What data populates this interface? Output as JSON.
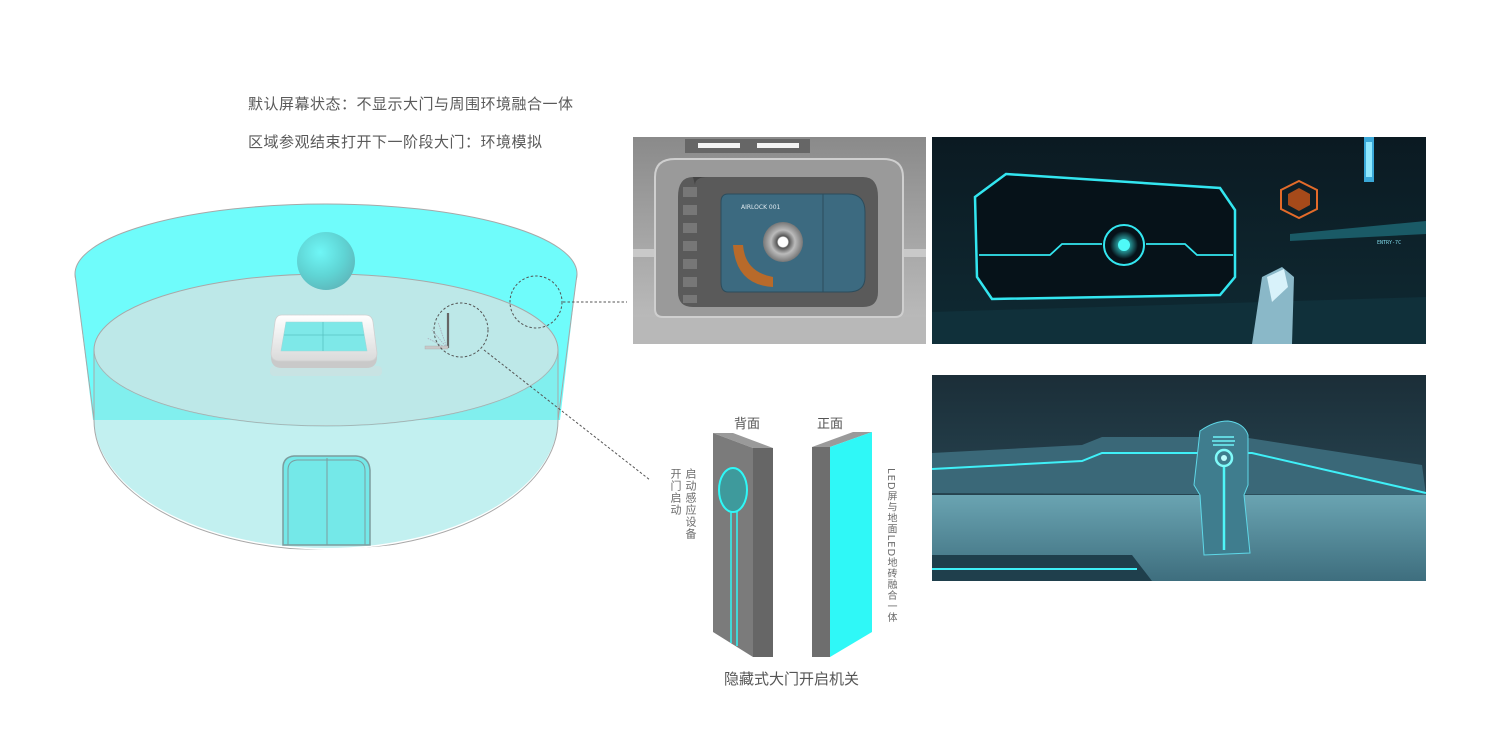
{
  "notes": {
    "line1": "默认屏幕状态：不显示大门与周围环境融合一体",
    "line2": "区域参观结束打开下一阶段大门：环境模拟"
  },
  "diagram": {
    "room": {
      "shape": "cylindrical-room",
      "wall_color": "#6ffcfb",
      "floor_color": "#bde8e8",
      "outline_color": "#a8a8a8",
      "objects": [
        "floating-sphere",
        "floor-screen-table",
        "door-switch-lever",
        "hidden-door"
      ]
    },
    "callouts": [
      {
        "target": "wall-door-area",
        "leads_to": "door-reference-photos"
      },
      {
        "target": "door-switch-lever",
        "leads_to": "door-mechanism-pillars"
      }
    ]
  },
  "mechanism": {
    "back_label": "背面",
    "front_label": "正面",
    "back_note_1": "开门启动",
    "back_note_2": "启动感应设备",
    "front_note": "LED屏与地面LED地砖融合一体",
    "title": "隐藏式大门开启机关",
    "pillar_color": "#7a7a7a",
    "led_color": "#2ff8f7"
  },
  "photos": {
    "vault_door": {
      "label_text": "AIRLOCK 001",
      "theme": "grey sci-fi corridor vault door"
    },
    "neon_door": {
      "hud_text": "ENTRY-7C",
      "theme": "dark neon cyan sealed door"
    },
    "console": {
      "theme": "neon cyan switch console on platform"
    }
  }
}
